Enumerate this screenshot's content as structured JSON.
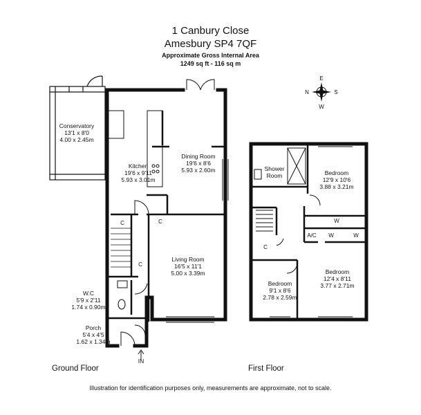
{
  "header": {
    "address_line1": "1 Canbury Close",
    "address_line2": "Amesbury SP4 7QF",
    "area_title": "Approximate Gross Internal Area",
    "area_value": "1249 sq ft - 116 sq m"
  },
  "compass": {
    "n": "N",
    "e": "E",
    "s": "S",
    "w": "W"
  },
  "ground_floor": {
    "label": "Ground Floor",
    "entrance": "IN",
    "rooms": [
      {
        "name": "Conservatory",
        "imperial": "13'1 x 8'0",
        "metric": "4.00 x 2.45m"
      },
      {
        "name": "Kitchen",
        "imperial": "19'6 x 9'11",
        "metric": "5.93 x 3.01m"
      },
      {
        "name": "Dining Room",
        "imperial": "19'6 x 8'6",
        "metric": "5.93 x 2.60m"
      },
      {
        "name": "Living Room",
        "imperial": "16'5 x 11'1",
        "metric": "5.00 x 3.39m"
      },
      {
        "name": "W.C",
        "imperial": "5'9 x 2'11",
        "metric": "1.74 x 0.90m"
      },
      {
        "name": "Porch",
        "imperial": "5'4 x 4'5",
        "metric": "1.62 x 1.34m"
      }
    ],
    "cupboard_marks": [
      "C",
      "C",
      "C"
    ]
  },
  "first_floor": {
    "label": "First Floor",
    "rooms": [
      {
        "name": "Shower",
        "name2": "Room"
      },
      {
        "name": "Bedroom",
        "imperial": "12'9 x 10'6",
        "metric": "3.88 x 3.21m"
      },
      {
        "name": "Bedroom",
        "imperial": "12'4 x 8'11",
        "metric": "3.77 x 2.71m"
      },
      {
        "name": "Bedroom",
        "imperial": "9'1 x 8'6",
        "metric": "2.78 x 2.59m"
      }
    ],
    "cupboard_marks": [
      "C",
      "A/C",
      "W",
      "W",
      "W"
    ]
  },
  "disclaimer": "Illustration for identification purposes only, measurements are approximate, not to scale."
}
